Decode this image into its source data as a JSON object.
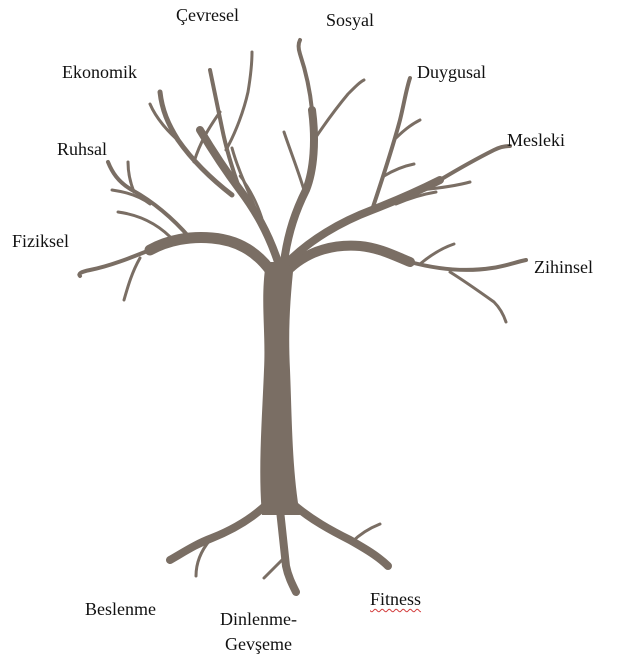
{
  "colors": {
    "tree": "#7a6e64",
    "text": "#111111",
    "spellcheck": "#d23a3a"
  },
  "branches": {
    "cevresel": "Çevresel",
    "sosyal": "Sosyal",
    "ekonomik": "Ekonomik",
    "duygusal": "Duygusal",
    "ruhsal": "Ruhsal",
    "mesleki": "Mesleki",
    "fiziksel": "Fiziksel",
    "zihinsel": "Zihinsel"
  },
  "roots": {
    "beslenme": "Beslenme",
    "dinlenme_line1": "Dinlenme-",
    "dinlenme_line2": "Gevşeme",
    "fitness": "Fitness"
  }
}
